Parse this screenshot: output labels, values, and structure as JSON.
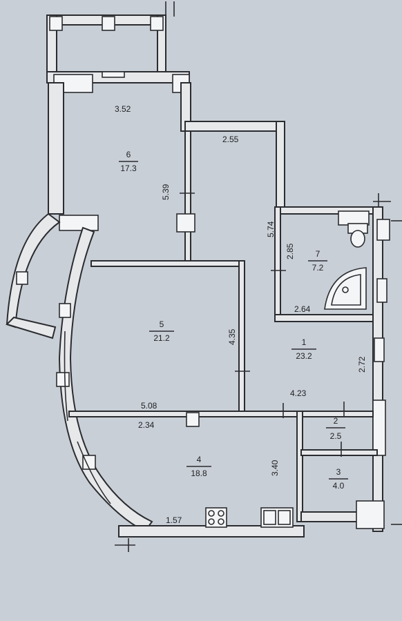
{
  "rooms": [
    {
      "id": "1",
      "area": "23.2"
    },
    {
      "id": "2",
      "area": "2.5"
    },
    {
      "id": "3",
      "area": "4.0"
    },
    {
      "id": "4",
      "area": "18.8"
    },
    {
      "id": "5",
      "area": "21.2"
    },
    {
      "id": "6",
      "area": "17.3"
    },
    {
      "id": "7",
      "area": "7.2"
    }
  ],
  "dimensions": {
    "room6_width": "3.52",
    "room6_length": "5.39",
    "hall_width": "2.55",
    "hall_length": "5.74",
    "bath_length": "2.85",
    "bath_width": "2.64",
    "room5_length": "4.35",
    "room5_width": "5.08",
    "room1_width": "4.23",
    "room1_length": "2.72",
    "kitchen_width": "2.34",
    "kitchen_length": "3.40",
    "kitchen_corner": "1.57"
  },
  "colors": {
    "background": "#c9cfd6",
    "wall": "#e6e8ea",
    "line": "#2a2c30"
  }
}
